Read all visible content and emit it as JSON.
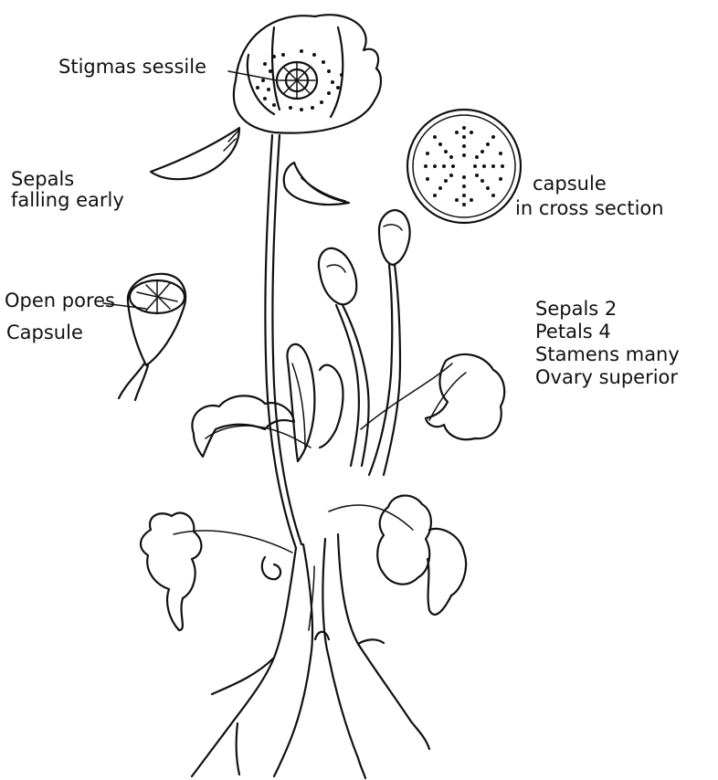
{
  "labels": {
    "stigmas": "Stigmas sessile",
    "sepals_falling_1": "Sepals",
    "sepals_falling_2": "falling early",
    "capsule_cross_1": "capsule",
    "capsule_cross_2": "in cross section",
    "open_pores": "Open pores",
    "capsule": "Capsule",
    "sepals_count": "Sepals 2",
    "petals_count": "Petals 4",
    "stamens_count": "Stamens many",
    "ovary": "Ovary superior"
  }
}
